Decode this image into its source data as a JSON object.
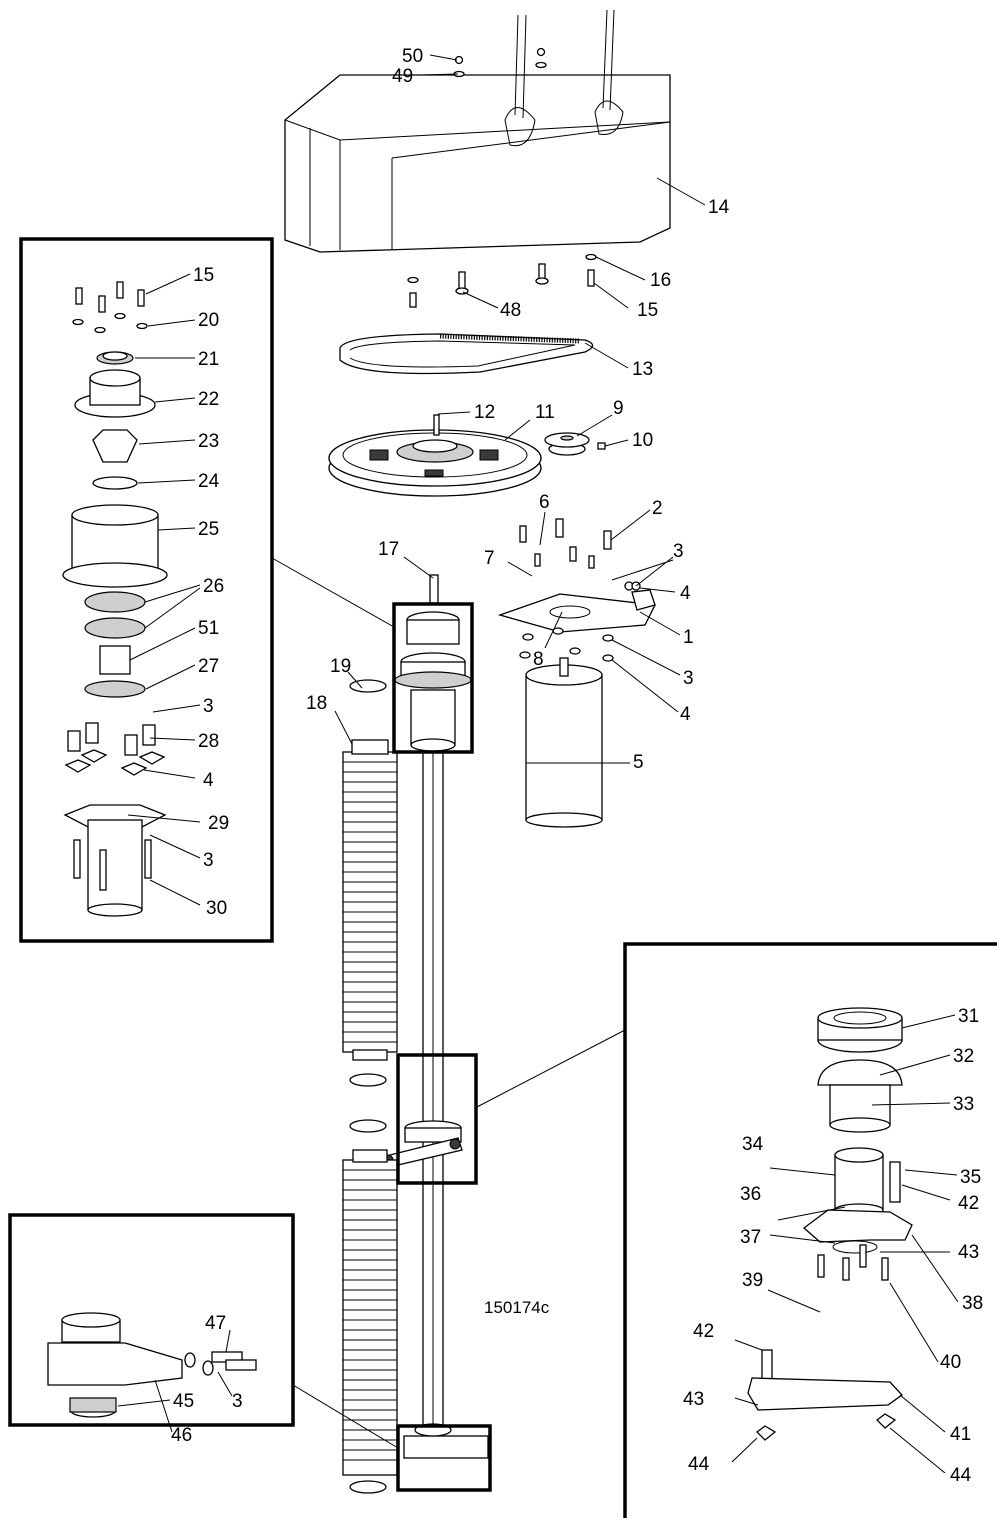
{
  "drawing_id": "150174c",
  "labels": {
    "p1": "1",
    "p2": "2",
    "p3a": "3",
    "p3b": "3",
    "p3c": "3",
    "p3d": "3",
    "p3e": "3",
    "p4a": "4",
    "p4b": "4",
    "p4c": "4",
    "p5": "5",
    "p6": "6",
    "p7": "7",
    "p8": "8",
    "p9": "9",
    "p10": "10",
    "p11": "11",
    "p12": "12",
    "p13": "13",
    "p14": "14",
    "p15a": "15",
    "p15b": "15",
    "p16": "16",
    "p17": "17",
    "p18": "18",
    "p19": "19",
    "p20": "20",
    "p21": "21",
    "p22": "22",
    "p23": "23",
    "p24": "24",
    "p25": "25",
    "p26": "26",
    "p27": "27",
    "p28": "28",
    "p29": "29",
    "p30": "30",
    "p31": "31",
    "p32": "32",
    "p33": "33",
    "p34": "34",
    "p35": "35",
    "p36": "36",
    "p37": "37",
    "p38": "38",
    "p39": "39",
    "p40": "40",
    "p41": "41",
    "p42a": "42",
    "p42b": "42",
    "p43a": "43",
    "p43b": "43",
    "p44a": "44",
    "p44b": "44",
    "p45": "45",
    "p46": "46",
    "p47": "47",
    "p48": "48",
    "p49": "49",
    "p50": "50",
    "p51": "51"
  }
}
